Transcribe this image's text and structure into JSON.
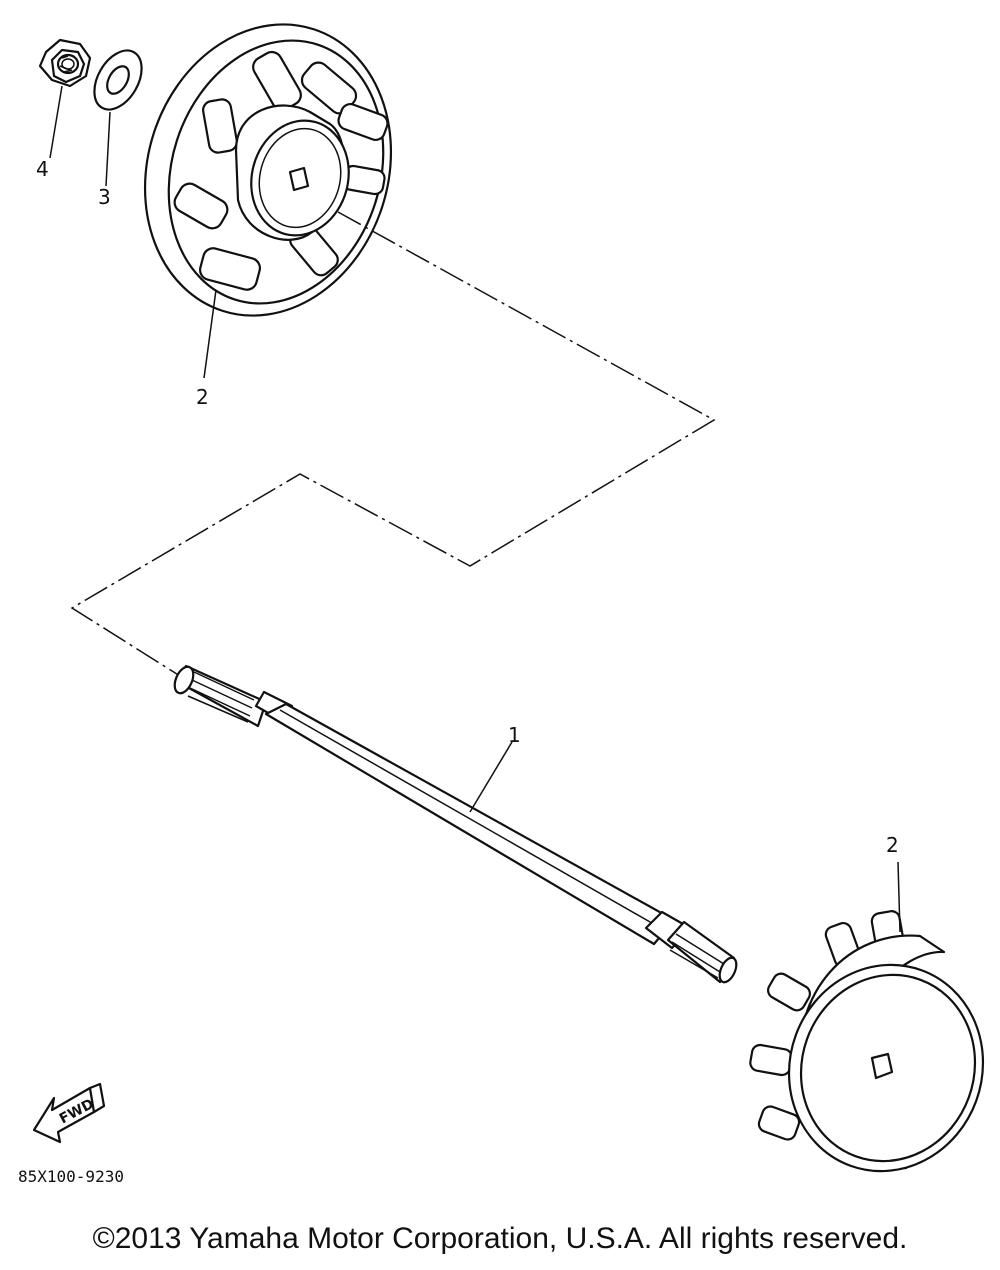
{
  "callouts": {
    "nut": "4",
    "washer": "3",
    "impeller_upper": "2",
    "shaft": "1",
    "impeller_lower": "2"
  },
  "fwd_label": "FWD",
  "reference_code": "85X100-9230",
  "copyright": "©2013 Yamaha Motor Corporation, U.S.A. All rights reserved.",
  "colors": {
    "ink": "#111111",
    "background": "#ffffff"
  }
}
